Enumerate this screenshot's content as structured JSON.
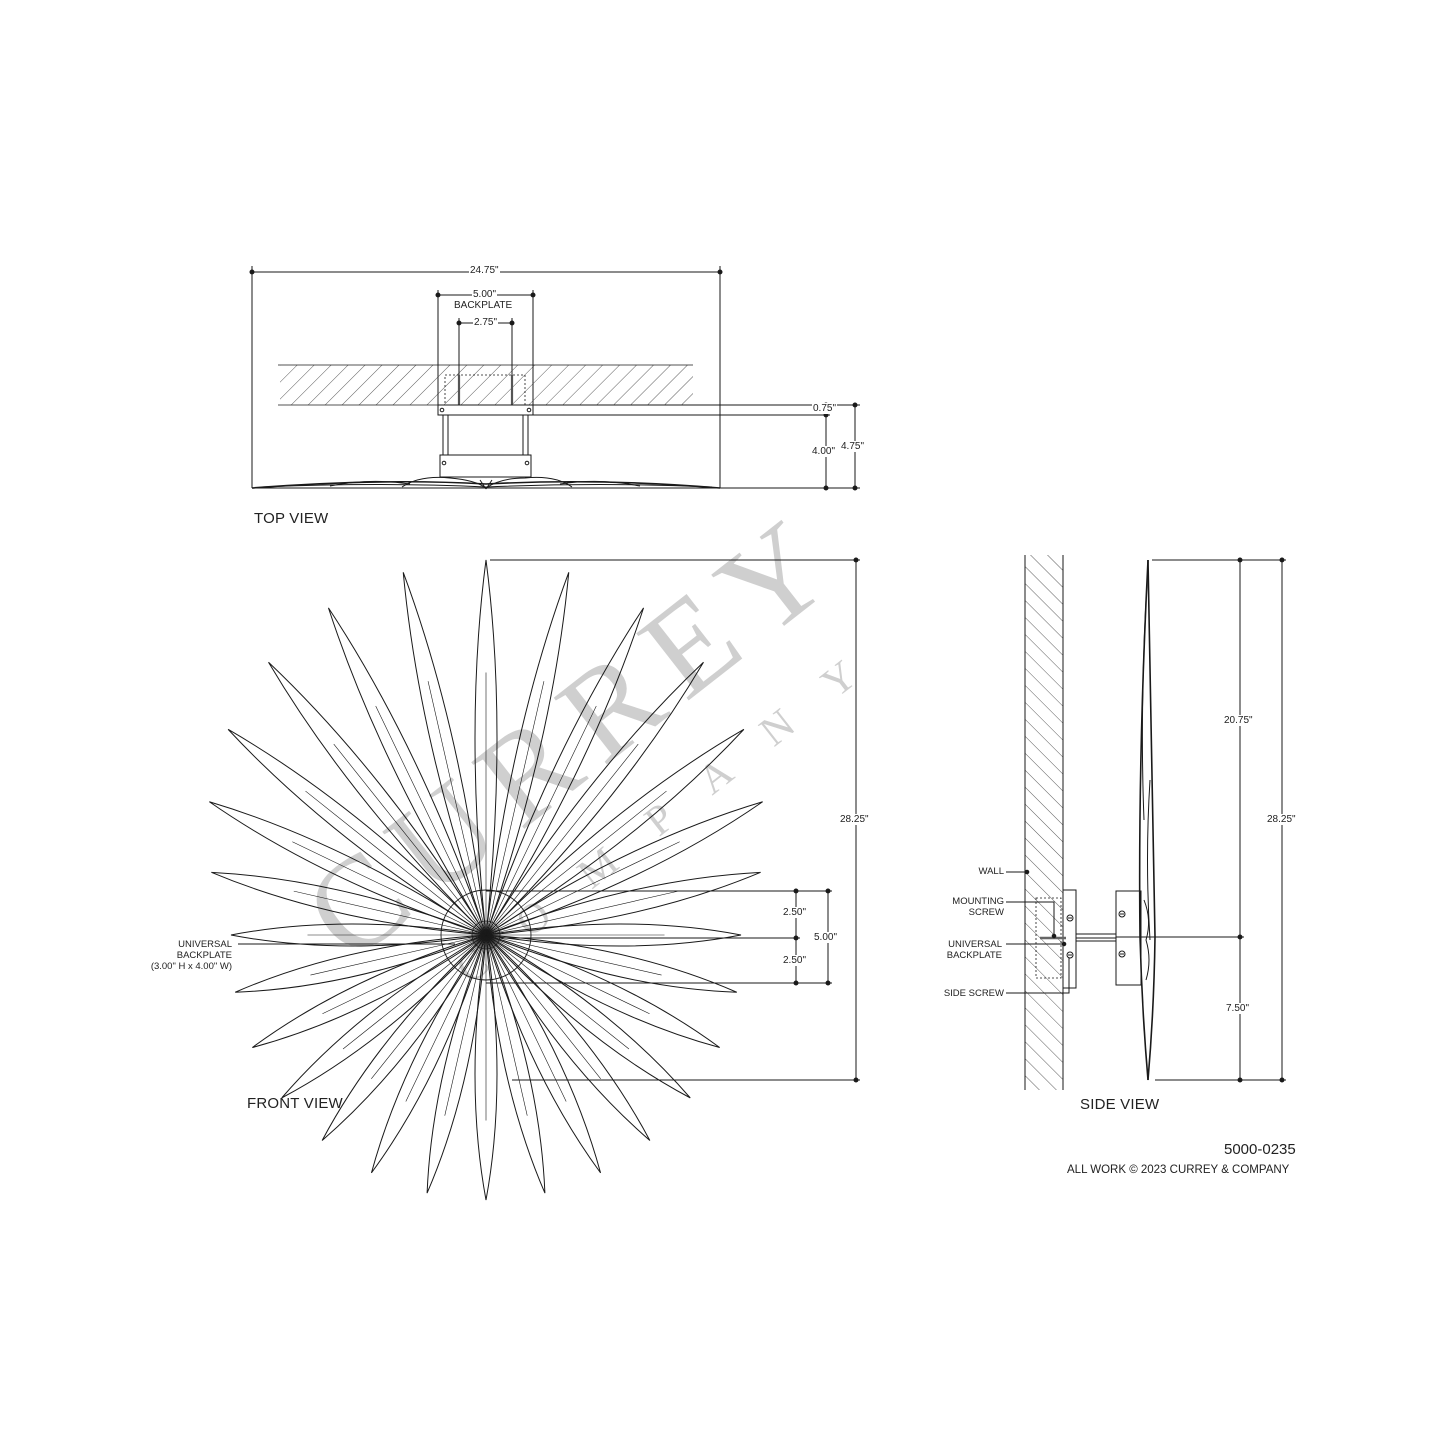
{
  "document": {
    "product_code": "5000-0235",
    "copyright": "ALL WORK © 2023 CURREY & COMPANY",
    "watermark": {
      "main": "CURREY",
      "sub": "COMPANY",
      "color": "#c8c8c8"
    },
    "line_color": "#1a1a1a"
  },
  "top_view": {
    "title": "TOP VIEW",
    "dimensions": {
      "overall_width": "24.75\"",
      "backplate_width": "5.00\"",
      "backplate_label": "BACKPLATE",
      "screw_spacing": "2.75\"",
      "backplate_depth": "0.75\"",
      "arm_depth": "4.00\"",
      "total_depth": "4.75\""
    }
  },
  "front_view": {
    "title": "FRONT VIEW",
    "leaf_count": 28,
    "dimensions": {
      "overall_height": "28.25\"",
      "upper_half_backplate": "2.50\"",
      "lower_half_backplate": "2.50\"",
      "backplate_height": "5.00\""
    },
    "callout": {
      "line1": "UNIVERSAL",
      "line2": "BACKPLATE",
      "line3": "(3.00\" H x 4.00\" W)"
    }
  },
  "side_view": {
    "title": "SIDE VIEW",
    "callouts": {
      "wall": "WALL",
      "mounting_screw_1": "MOUNTING",
      "mounting_screw_2": "SCREW",
      "universal_backplate_1": "UNIVERSAL",
      "universal_backplate_2": "BACKPLATE",
      "side_screw": "SIDE SCREW"
    },
    "dimensions": {
      "upper_height": "20.75\"",
      "lower_height": "7.50\"",
      "overall_height": "28.25\""
    }
  }
}
